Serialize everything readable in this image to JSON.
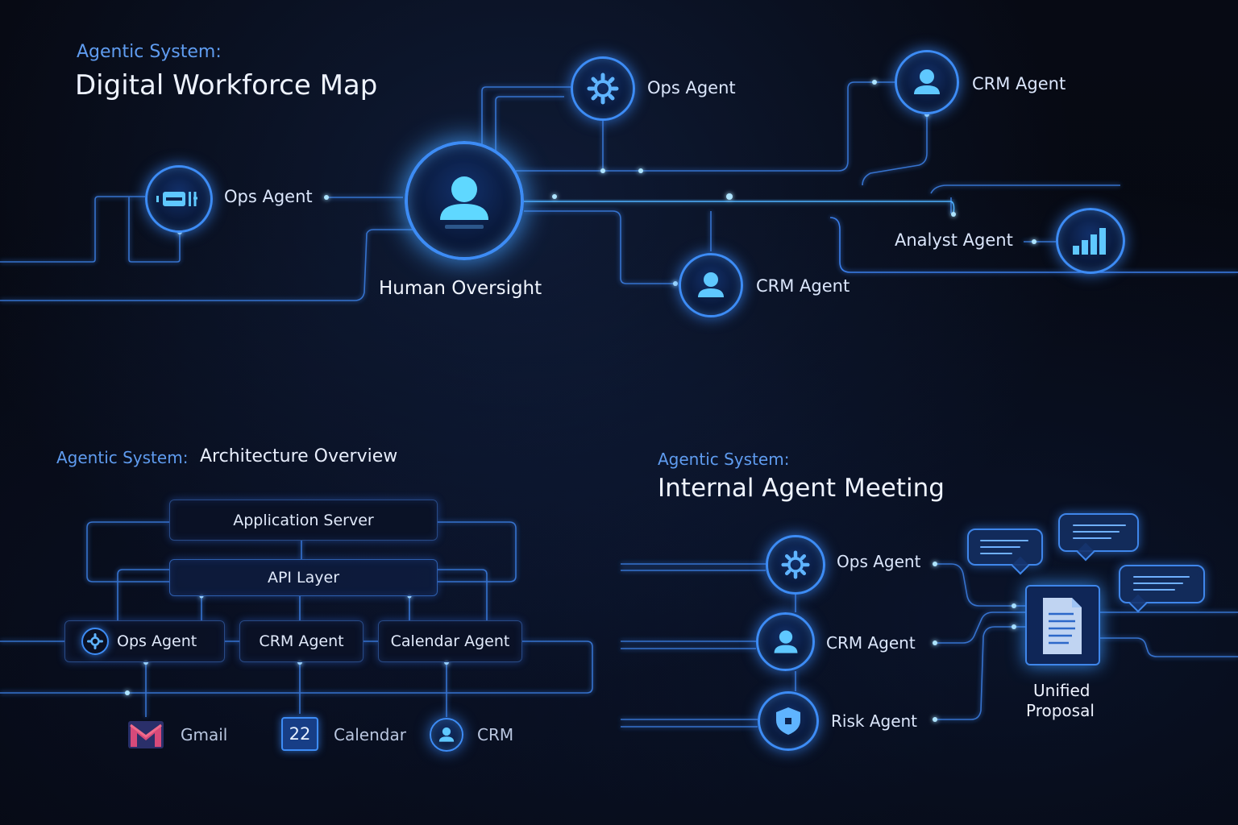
{
  "top": {
    "subtitle": "Agentic System:",
    "title": "Digital Workforce Map",
    "center_label": "Human Oversight",
    "agents": [
      {
        "label": "Ops Agent",
        "icon": "gear-icon"
      },
      {
        "label": "CRM Agent",
        "icon": "person-icon"
      },
      {
        "label": "Ops Agent",
        "icon": "toolbox-icon"
      },
      {
        "label": "Analyst Agent",
        "icon": "bar-chart-icon"
      },
      {
        "label": "CRM Agent",
        "icon": "person-icon"
      }
    ]
  },
  "architecture": {
    "subtitle": "Agentic System:",
    "title": "Architecture Overview",
    "app_server": "Application Server",
    "api_layer": "API Layer",
    "agents": [
      "Ops Agent",
      "CRM Agent",
      "Calendar Agent"
    ],
    "services": [
      {
        "label": "Gmail",
        "icon": "gmail-icon"
      },
      {
        "label": "Calendar",
        "icon": "calendar-icon",
        "icon_text": "22"
      },
      {
        "label": "CRM",
        "icon": "person-icon"
      }
    ]
  },
  "meeting": {
    "subtitle": "Agentic System:",
    "title": "Internal Agent Meeting",
    "agents": [
      {
        "label": "Ops Agent",
        "icon": "gear-icon"
      },
      {
        "label": "CRM Agent",
        "icon": "person-icon"
      },
      {
        "label": "Risk Agent",
        "icon": "shield-icon"
      }
    ],
    "output_line1": "Unified",
    "output_line2": "Proposal"
  },
  "colors": {
    "accent": "#3d8cf5",
    "glow": "#6fb8ff",
    "cyan": "#7ff0ff",
    "subtitle": "#5f9cf0"
  }
}
